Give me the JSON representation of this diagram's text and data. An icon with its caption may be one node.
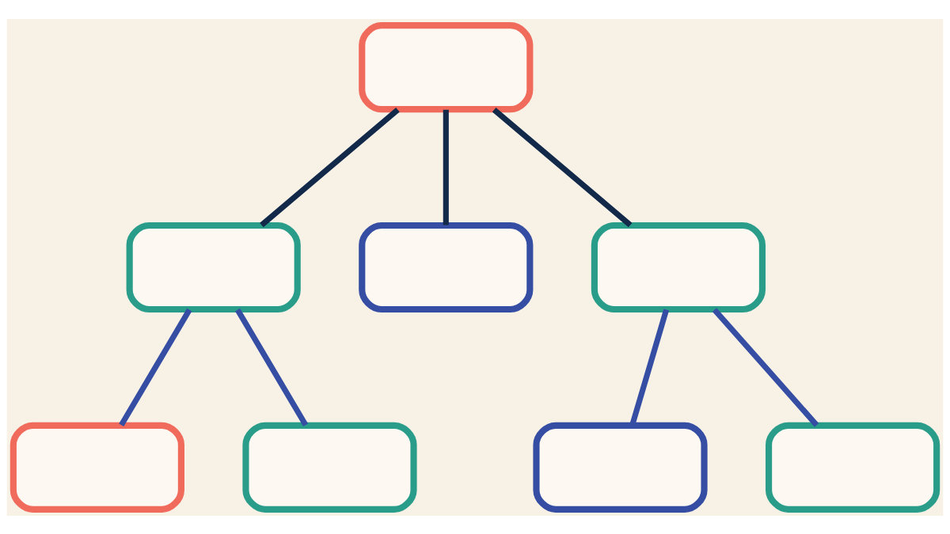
{
  "diagram": {
    "nodes": [
      {
        "text": [],
        "shape": "box"
      },
      {
        "text": [],
        "shape": "box"
      },
      {
        "text": [],
        "shape": "box"
      },
      {
        "text": [],
        "shape": "box"
      },
      {
        "text": [],
        "shape": "box"
      },
      {
        "text": [],
        "shape": "box"
      },
      {
        "text": [],
        "shape": "box"
      },
      {
        "text": [],
        "shape": "box"
      }
    ],
    "edges": [
      {
        "from": 0,
        "to": 1,
        "arrow": "none",
        "color": "#12294a"
      },
      {
        "from": 0,
        "to": 2,
        "arrow": "none",
        "color": "#12294a"
      },
      {
        "from": 0,
        "to": 3,
        "arrow": "none",
        "color": "#12294a"
      },
      {
        "from": 1,
        "to": 4,
        "arrow": "none"
      },
      {
        "from": 1,
        "to": 5,
        "arrow": "none"
      },
      {
        "from": 3,
        "to": 6,
        "arrow": "none"
      },
      {
        "from": 3,
        "to": 7,
        "arrow": "none"
      }
    ]
  }
}
